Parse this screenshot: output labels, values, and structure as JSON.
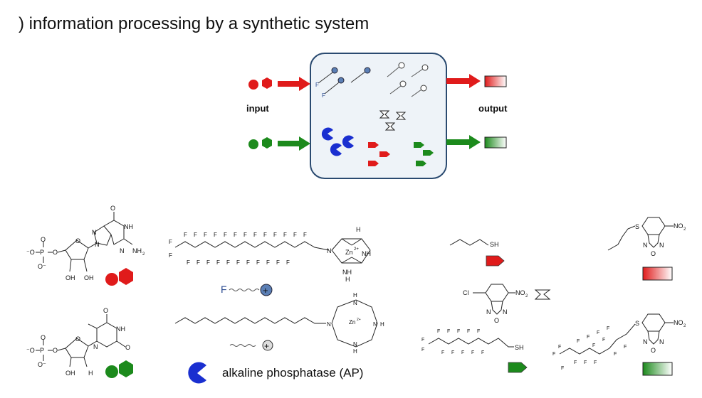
{
  "title": ") information processing by a synthetic system",
  "diagram": {
    "input_label": "input",
    "output_label": "output"
  },
  "legend": {
    "ap_caption": "alkaline phosphatase (AP)",
    "zinc_label": "Zn",
    "zinc_charge": "2+",
    "F_label": "F",
    "atoms": {
      "O": "O",
      "N": "N",
      "NH": "NH",
      "NH2": "NH",
      "H": "H",
      "OH": "OH",
      "P": "P",
      "SH": "SH",
      "S": "S",
      "Cl": "Cl",
      "NO2": "NO",
      "sub2": "2"
    }
  },
  "colors": {
    "red": "#e01b1b",
    "green": "#1c8a1c",
    "blue": "#1a2fd0",
    "probe_blue": "#5b7fb5",
    "box_border": "#2a4a70",
    "box_fill": "#eef3f8"
  }
}
